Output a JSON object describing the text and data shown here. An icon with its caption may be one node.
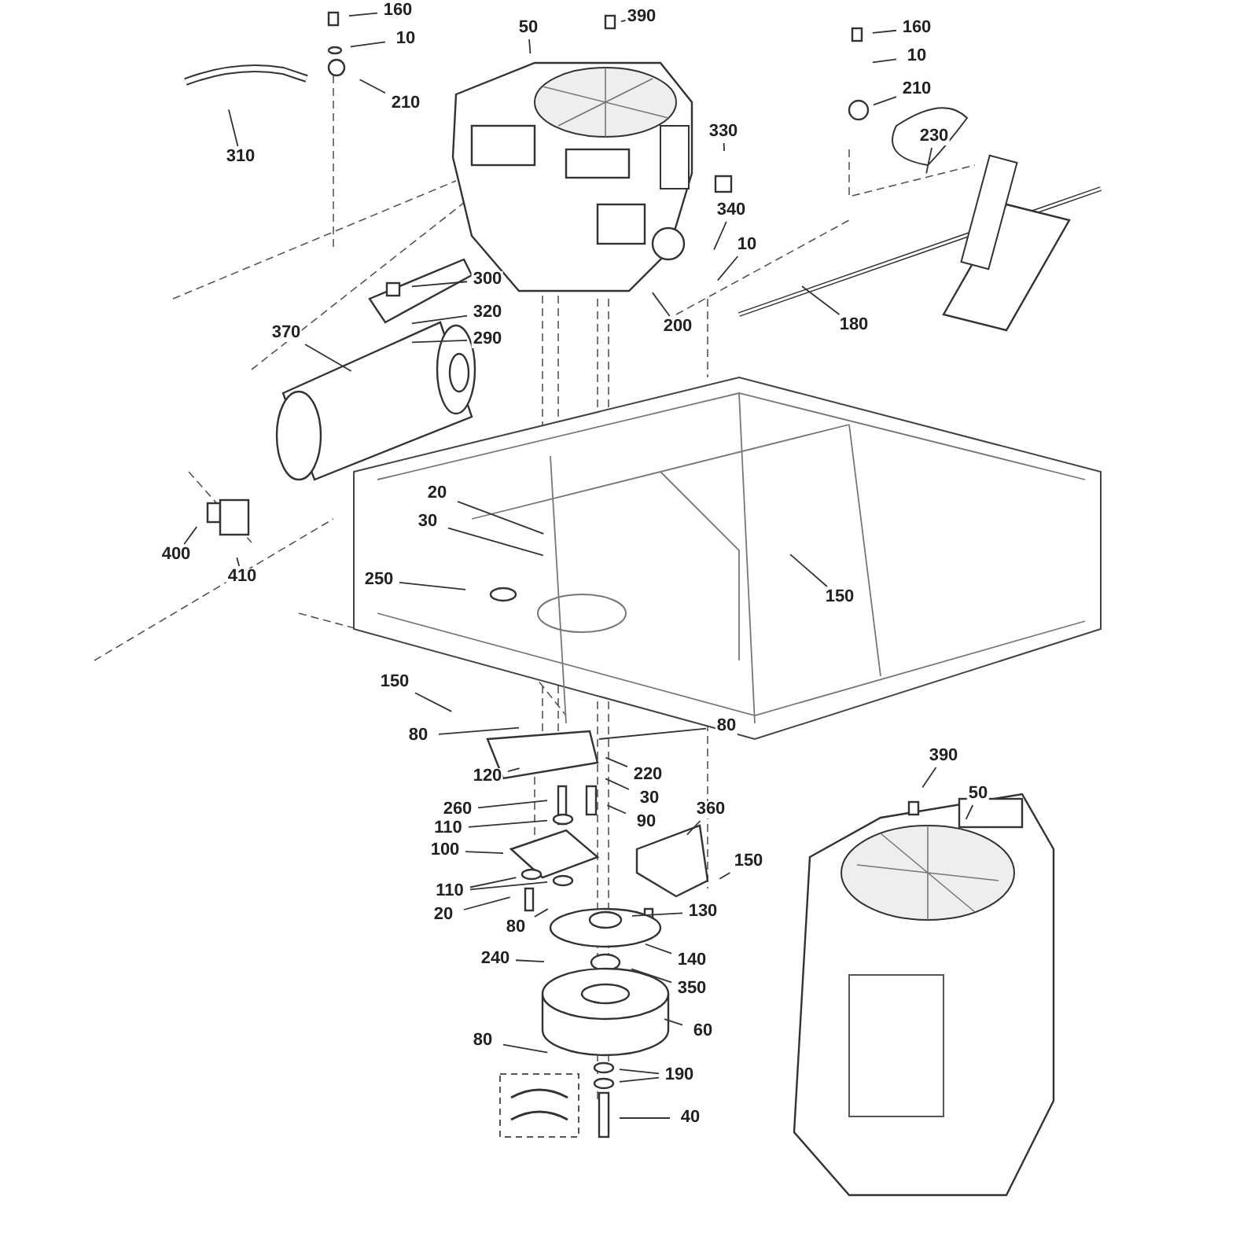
{
  "diagram": {
    "nodes": [
      {
        "text": [
          "160"
        ]
      },
      {
        "text": [
          "10"
        ]
      },
      {
        "text": [
          "210"
        ]
      },
      {
        "text": [
          "50"
        ]
      },
      {
        "text": [
          "390"
        ]
      },
      {
        "text": [
          "310"
        ]
      },
      {
        "text": [
          "330"
        ]
      },
      {
        "text": [
          "340"
        ]
      },
      {
        "text": [
          "10"
        ]
      },
      {
        "text": [
          "300"
        ]
      },
      {
        "text": [
          "320"
        ]
      },
      {
        "text": [
          "290"
        ]
      },
      {
        "text": [
          "200"
        ]
      },
      {
        "text": [
          "370"
        ]
      },
      {
        "text": [
          "160"
        ]
      },
      {
        "text": [
          "10"
        ]
      },
      {
        "text": [
          "210"
        ]
      },
      {
        "text": [
          "230"
        ]
      },
      {
        "text": [
          "180"
        ]
      },
      {
        "text": [
          "400"
        ]
      },
      {
        "text": [
          "410"
        ]
      },
      {
        "text": [
          "20"
        ]
      },
      {
        "text": [
          "30"
        ]
      },
      {
        "text": [
          "250"
        ]
      },
      {
        "text": [
          "150"
        ]
      },
      {
        "text": [
          "150"
        ]
      },
      {
        "text": [
          "80"
        ]
      },
      {
        "text": [
          "80"
        ]
      },
      {
        "text": [
          "120"
        ]
      },
      {
        "text": [
          "220"
        ]
      },
      {
        "text": [
          "260"
        ]
      },
      {
        "text": [
          "110"
        ]
      },
      {
        "text": [
          "30"
        ]
      },
      {
        "text": [
          "90"
        ]
      },
      {
        "text": [
          "100"
        ]
      },
      {
        "text": [
          "360"
        ]
      },
      {
        "text": [
          "150"
        ]
      },
      {
        "text": [
          "110"
        ]
      },
      {
        "text": [
          "20"
        ]
      },
      {
        "text": [
          "130"
        ]
      },
      {
        "text": [
          "80"
        ]
      },
      {
        "text": [
          "140"
        ]
      },
      {
        "text": [
          "240"
        ]
      },
      {
        "text": [
          "350"
        ]
      },
      {
        "text": [
          "60"
        ]
      },
      {
        "text": [
          "80"
        ]
      },
      {
        "text": [
          "190"
        ]
      },
      {
        "text": [
          "40"
        ]
      },
      {
        "text": [
          "390"
        ]
      },
      {
        "text": [
          "50"
        ]
      }
    ],
    "edges": [
      {
        "from": 0,
        "to": null,
        "arrow": "none"
      },
      {
        "from": 1,
        "to": null,
        "arrow": "none"
      },
      {
        "from": 2,
        "to": null,
        "arrow": "none"
      },
      {
        "from": 3,
        "to": null,
        "arrow": "none"
      },
      {
        "from": 4,
        "to": null,
        "arrow": "none"
      },
      {
        "from": 5,
        "to": null,
        "arrow": "none"
      },
      {
        "from": 6,
        "to": null,
        "arrow": "none"
      },
      {
        "from": 7,
        "to": null,
        "arrow": "none"
      },
      {
        "from": 8,
        "to": null,
        "arrow": "none"
      },
      {
        "from": 9,
        "to": null,
        "arrow": "none"
      },
      {
        "from": 10,
        "to": null,
        "arrow": "none"
      },
      {
        "from": 11,
        "to": null,
        "arrow": "none"
      },
      {
        "from": 12,
        "to": null,
        "arrow": "none"
      },
      {
        "from": 13,
        "to": null,
        "arrow": "none"
      },
      {
        "from": 14,
        "to": null,
        "arrow": "none"
      },
      {
        "from": 15,
        "to": null,
        "arrow": "none"
      },
      {
        "from": 16,
        "to": null,
        "arrow": "none"
      },
      {
        "from": 17,
        "to": null,
        "arrow": "none"
      },
      {
        "from": 18,
        "to": null,
        "arrow": "none"
      },
      {
        "from": 19,
        "to": null,
        "arrow": "none"
      },
      {
        "from": 20,
        "to": null,
        "arrow": "none"
      },
      {
        "from": 21,
        "to": null,
        "arrow": "none"
      },
      {
        "from": 22,
        "to": null,
        "arrow": "none"
      },
      {
        "from": 23,
        "to": null,
        "arrow": "none"
      },
      {
        "from": 24,
        "to": null,
        "arrow": "none"
      },
      {
        "from": 25,
        "to": null,
        "arrow": "none"
      },
      {
        "from": 26,
        "to": null,
        "arrow": "none"
      },
      {
        "from": 27,
        "to": null,
        "arrow": "none"
      },
      {
        "from": 28,
        "to": null,
        "arrow": "none"
      },
      {
        "from": 29,
        "to": null,
        "arrow": "none"
      },
      {
        "from": 30,
        "to": null,
        "arrow": "none"
      },
      {
        "from": 31,
        "to": null,
        "arrow": "none"
      },
      {
        "from": 32,
        "to": null,
        "arrow": "none"
      },
      {
        "from": 33,
        "to": null,
        "arrow": "none"
      },
      {
        "from": 34,
        "to": null,
        "arrow": "none"
      },
      {
        "from": 35,
        "to": null,
        "arrow": "none"
      },
      {
        "from": 36,
        "to": null,
        "arrow": "none"
      },
      {
        "from": 37,
        "to": null,
        "arrow": "none"
      },
      {
        "from": 37,
        "to": null,
        "arrow": "none"
      },
      {
        "from": 38,
        "to": null,
        "arrow": "none"
      },
      {
        "from": 39,
        "to": null,
        "arrow": "none"
      },
      {
        "from": 40,
        "to": null,
        "arrow": "none"
      },
      {
        "from": 41,
        "to": null,
        "arrow": "none"
      },
      {
        "from": 42,
        "to": null,
        "arrow": "none"
      },
      {
        "from": 43,
        "to": null,
        "arrow": "none"
      },
      {
        "from": 44,
        "to": null,
        "arrow": "none"
      },
      {
        "from": 45,
        "to": null,
        "arrow": "none"
      },
      {
        "from": 46,
        "to": null,
        "arrow": "none"
      },
      {
        "from": 46,
        "to": null,
        "arrow": "none"
      },
      {
        "from": 47,
        "to": null,
        "arrow": "none"
      },
      {
        "from": 48,
        "to": null,
        "arrow": "none"
      },
      {
        "from": 49,
        "to": null,
        "arrow": "none"
      }
    ]
  }
}
